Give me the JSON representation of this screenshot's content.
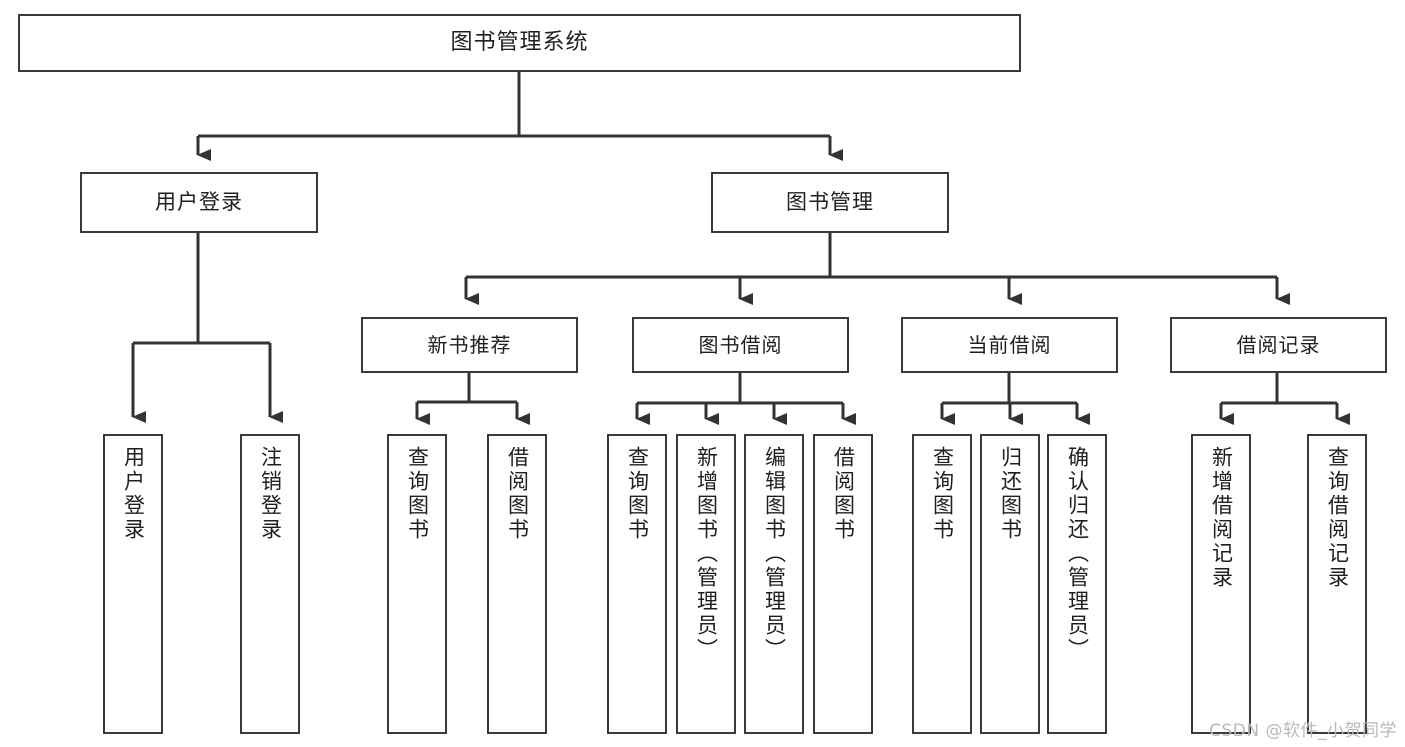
{
  "diagram": {
    "title": "图书管理系统",
    "type": "tree-hierarchy",
    "watermark": "CSDN @软件_小贺同学",
    "colors": {
      "box_border": "#3a3a3a",
      "box_fill": "#ffffff",
      "edge": "#333333",
      "text": "#1f1f1f",
      "watermark": "#b9b9b9",
      "background": "#ffffff"
    },
    "root": {
      "label": "图书管理系统"
    },
    "level2": [
      {
        "label": "用户登录"
      },
      {
        "label": "图书管理"
      }
    ],
    "level3": [
      {
        "label": "新书推荐"
      },
      {
        "label": "图书借阅"
      },
      {
        "label": "当前借阅"
      },
      {
        "label": "借阅记录"
      }
    ],
    "leaves": {
      "user_login": [
        {
          "label": "用户登录"
        },
        {
          "label": "注销登录"
        }
      ],
      "new_book": [
        {
          "label": "查询图书"
        },
        {
          "label": "借阅图书"
        }
      ],
      "book_borrow": [
        {
          "label": "查询图书"
        },
        {
          "label": "新增图书（管理员）"
        },
        {
          "label": "编辑图书（管理员）"
        },
        {
          "label": "借阅图书"
        }
      ],
      "current_borrow": [
        {
          "label": "查询图书"
        },
        {
          "label": "归还图书"
        },
        {
          "label": "确认归还（管理员）"
        }
      ],
      "borrow_record": [
        {
          "label": "新增借阅记录"
        },
        {
          "label": "查询借阅记录"
        }
      ]
    }
  }
}
